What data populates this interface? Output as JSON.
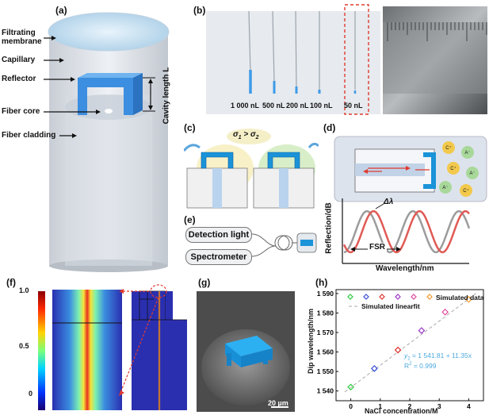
{
  "panels": {
    "a": {
      "label": "(a)",
      "filtrating_membrane": "Filtrating\nmembrane",
      "capillary": "Capillary",
      "reflector": "Reflector",
      "fiber_core": "Fiber core",
      "fiber_cladding": "Fiber cladding",
      "cavity_length": "Cavity length L"
    },
    "b": {
      "label": "(b)",
      "volumes": [
        "1 000 nL",
        "500 nL",
        "200 nL",
        "100 nL",
        "50 nL"
      ]
    },
    "c": {
      "label": "(c)",
      "sigma_left": "σ",
      "sigma_sub1": "1",
      "gt": " > ",
      "sigma_right": "σ",
      "sigma_sub2": "2"
    },
    "d": {
      "label": "(d)",
      "ylabel": "Reflection/dB",
      "xlabel": "Wavelength/nm",
      "delta_lambda": "Δλ",
      "fsr": "FSR",
      "ions": [
        "C⁺",
        "A⁻",
        "C⁺",
        "A⁻",
        "A⁻",
        "C⁺"
      ]
    },
    "e": {
      "label": "(e)",
      "detection_light": "Detection light",
      "spectrometer": "Spectrometer"
    },
    "f": {
      "label": "(f)",
      "ticks": [
        "1.0",
        "0.5",
        "0"
      ]
    },
    "g": {
      "label": "(g)",
      "scalebar": "20 µm"
    },
    "h": {
      "label": "(h)",
      "legend_data": "Simulated data",
      "legend_fit": "Simulated linearfit",
      "equation": "y",
      "equation_sub": "2",
      "equation_rhs": " = 1 541.81 + 11.35x",
      "r2": "R",
      "r2_sup": "2",
      "r2_rhs": " = 0.999",
      "colors": [
        "#2ecc40",
        "#3b4fd8",
        "#e0332b",
        "#9b35c9",
        "#e2479f",
        "#f39a2b"
      ]
    }
  },
  "chart_data": {
    "type": "scatter",
    "xlabel": "NaCl concentration/M",
    "ylabel": "Dip wavelength/nm",
    "x": [
      0,
      0.8,
      1.6,
      2.4,
      3.2,
      4.0
    ],
    "y": [
      1542,
      1551.5,
      1561,
      1571,
      1580.5,
      1587
    ],
    "fit": {
      "intercept": 1541.81,
      "slope": 11.35
    },
    "xlim": [
      -0.5,
      4.5
    ],
    "ylim": [
      1535,
      1592
    ],
    "xticks": [
      "0",
      "1",
      "2",
      "3",
      "4"
    ],
    "yticks": [
      "1 540",
      "1 550",
      "1 560",
      "1 570",
      "1 580",
      "1 590"
    ],
    "marker_colors": [
      "#2ecc40",
      "#3b4fd8",
      "#e0332b",
      "#9b35c9",
      "#e2479f",
      "#f39a2b"
    ]
  }
}
